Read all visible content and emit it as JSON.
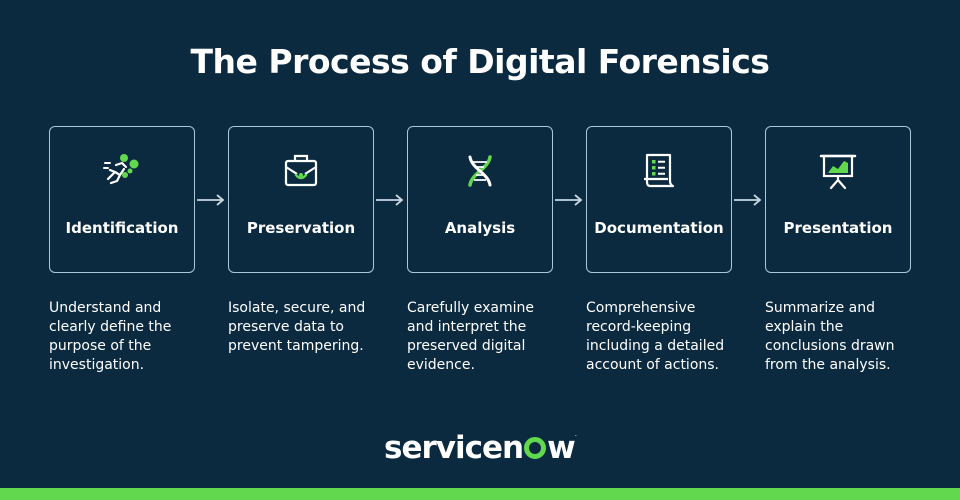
{
  "title": "The Process of Digital Forensics",
  "steps": [
    {
      "label": "Identification",
      "icon": "running-person-icon",
      "description": "Understand and clearly define the purpose of the investigation."
    },
    {
      "label": "Preservation",
      "icon": "briefcase-icon",
      "description": "Isolate, secure, and preserve data to prevent tampering."
    },
    {
      "label": "Analysis",
      "icon": "dna-icon",
      "description": "Carefully examine and interpret the preserved digital evidence."
    },
    {
      "label": "Documentation",
      "icon": "document-list-icon",
      "description": "Comprehensive record-keeping including a detailed account of actions."
    },
    {
      "label": "Presentation",
      "icon": "presentation-board-icon",
      "description": "Summarize and explain the conclusions drawn from the analysis."
    }
  ],
  "logo": {
    "pre": "servicen",
    "post": "w",
    "tm": "."
  },
  "colors": {
    "background": "#0b2a40",
    "accent": "#62d84e",
    "border": "#a9c8d8"
  }
}
